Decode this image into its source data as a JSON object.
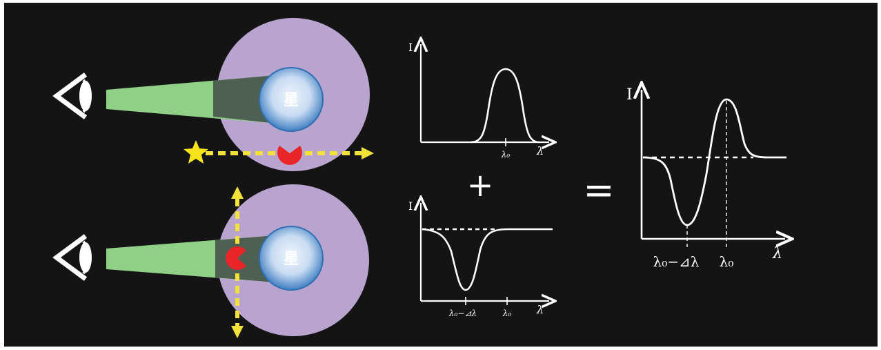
{
  "colors": {
    "background": "#141414",
    "halo": "#b9a3cf",
    "beam": "#8fcf86",
    "beam_shadow": "#4d6052",
    "star_core": "#e7f0fb",
    "star_edge": "#3f7fc2",
    "planet": "#e8262a",
    "companion_star": "#f7e31c",
    "path": "#f2e23a",
    "line": "#ffffff"
  },
  "icons": {
    "observer_top": "eye-icon",
    "observer_bottom": "eye-icon",
    "companion": "star-icon",
    "planet_top": "pacman-icon",
    "planet_bottom": "pacman-icon"
  },
  "top_scene": {
    "star_label": "星"
  },
  "bottom_scene": {
    "star_label": "星"
  },
  "plot_emission": {
    "y_label": "I",
    "x_label": "λ",
    "tick_label": "λ₀"
  },
  "plot_absorption": {
    "y_label": "I",
    "x_label": "λ",
    "tick_label_1": "λ₀−⊿λ",
    "tick_label_2": "λ₀"
  },
  "plot_sum": {
    "y_label": "I",
    "x_label": "λ",
    "tick_label_1": "λ₀−⊿λ",
    "tick_label_2": "λ₀"
  },
  "operators": {
    "plus": "+",
    "equals": "="
  }
}
